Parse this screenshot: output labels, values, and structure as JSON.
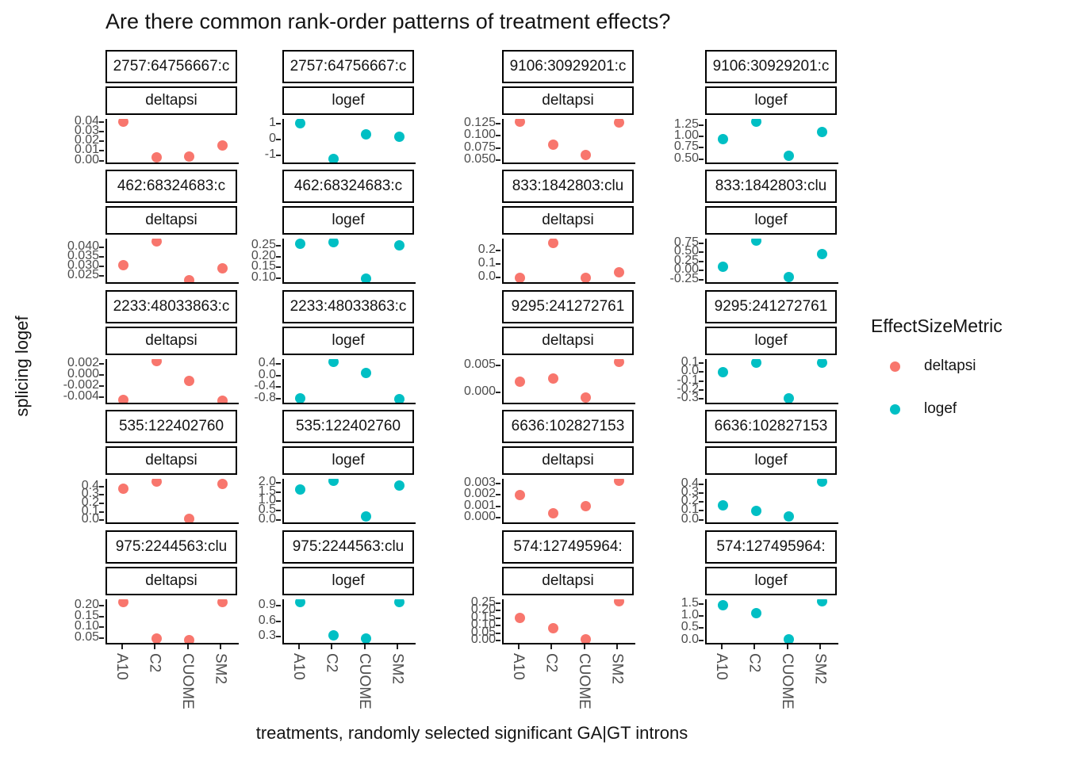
{
  "title": "Are there common rank-order patterns of treatment effects?",
  "y_axis_title": "splicing logef",
  "x_axis_title": "treatments, randomly selected significant GA|GT introns",
  "legend": {
    "title": "EffectSizeMetric",
    "entries": [
      {
        "label": "deltapsi",
        "color": "#F8766D"
      },
      {
        "label": "logef",
        "color": "#00BFC4"
      }
    ]
  },
  "colors": {
    "deltapsi": "#F8766D",
    "logef": "#00BFC4",
    "axis_text": "#4D4D4D",
    "axis_line": "#000000",
    "strip_border": "#000000"
  },
  "chart_data": {
    "type": "scatter",
    "facet_layout": {
      "rows": 5,
      "cols": 4,
      "note": "facet_wrap intron x metric, free y scales",
      "grid": "off",
      "legend_position": "right"
    },
    "x_categories": [
      "A10",
      "C2",
      "CUOME",
      "SM2"
    ],
    "facets": [
      {
        "intron": "2757:64756667:c",
        "metric": "deltapsi",
        "yticks": [
          "0.04",
          "0.03",
          "0.02",
          "0.01",
          "0.00"
        ],
        "ylim": [
          -0.002,
          0.043
        ],
        "values": [
          0.04,
          0.003,
          0.004,
          0.016
        ]
      },
      {
        "intron": "2757:64756667:c",
        "metric": "logef",
        "yticks": [
          "1",
          "0",
          "-1"
        ],
        "ylim": [
          -1.45,
          1.3
        ],
        "values": [
          1.05,
          -1.2,
          0.35,
          0.2
        ]
      },
      {
        "intron": "9106:30929201:c",
        "metric": "deltapsi",
        "yticks": [
          "0.125",
          "0.100",
          "0.075",
          "0.050"
        ],
        "ylim": [
          0.045,
          0.135
        ],
        "values": [
          0.13,
          0.082,
          0.06,
          0.128
        ]
      },
      {
        "intron": "9106:30929201:c",
        "metric": "logef",
        "yticks": [
          "1.25",
          "1.00",
          "0.75",
          "0.50"
        ],
        "ylim": [
          0.42,
          1.4
        ],
        "values": [
          0.95,
          1.33,
          0.57,
          1.1
        ]
      },
      {
        "intron": "462:68324683:c",
        "metric": "deltapsi",
        "yticks": [
          "0.040",
          "0.035",
          "0.030",
          "0.025"
        ],
        "ylim": [
          0.0215,
          0.0445
        ],
        "values": [
          0.0305,
          0.043,
          0.0225,
          0.029
        ]
      },
      {
        "intron": "462:68324683:c",
        "metric": "logef",
        "yticks": [
          "0.25",
          "0.20",
          "0.15",
          "0.10"
        ],
        "ylim": [
          0.08,
          0.285
        ],
        "values": [
          0.26,
          0.27,
          0.095,
          0.255
        ]
      },
      {
        "intron": "833:1842803:clu",
        "metric": "deltapsi",
        "yticks": [
          "0.2",
          "0.1",
          "0.0"
        ],
        "ylim": [
          -0.035,
          0.29
        ],
        "values": [
          0.0,
          0.26,
          -0.005,
          0.04
        ]
      },
      {
        "intron": "833:1842803:clu",
        "metric": "logef",
        "yticks": [
          "0.75",
          "0.50",
          "0.25",
          "0.00",
          "-0.25"
        ],
        "ylim": [
          -0.32,
          0.88
        ],
        "values": [
          0.1,
          0.82,
          -0.17,
          0.45
        ]
      },
      {
        "intron": "2233:48033863:c",
        "metric": "deltapsi",
        "yticks": [
          "0.002",
          "0.000",
          "-0.002",
          "-0.004"
        ],
        "ylim": [
          -0.005,
          0.0029
        ],
        "values": [
          -0.0045,
          0.0026,
          -0.001,
          -0.0046
        ]
      },
      {
        "intron": "2233:48033863:c",
        "metric": "logef",
        "yticks": [
          "0.4",
          "0.0",
          "-0.4",
          "-0.8"
        ],
        "ylim": [
          -0.95,
          0.58
        ],
        "values": [
          -0.8,
          0.47,
          0.1,
          -0.83
        ]
      },
      {
        "intron": "9295:241272761",
        "metric": "deltapsi",
        "yticks": [
          "0.005",
          "0.000"
        ],
        "ylim": [
          -0.002,
          0.0062
        ],
        "values": [
          0.002,
          0.0026,
          -0.001,
          0.0057
        ]
      },
      {
        "intron": "9295:241272761",
        "metric": "logef",
        "yticks": [
          "0.1",
          "0.0",
          "-0.1",
          "-0.2",
          "-0.3"
        ],
        "ylim": [
          -0.34,
          0.14
        ],
        "values": [
          0.0,
          0.105,
          -0.29,
          0.1
        ]
      },
      {
        "intron": "535:122402760",
        "metric": "deltapsi",
        "yticks": [
          "0.4",
          "0.3",
          "0.2",
          "0.1",
          "0.0"
        ],
        "ylim": [
          -0.025,
          0.49
        ],
        "values": [
          0.37,
          0.46,
          0.02,
          0.43
        ]
      },
      {
        "intron": "535:122402760",
        "metric": "logef",
        "yticks": [
          "2.0",
          "1.5",
          "1.0",
          "0.5",
          "0.0"
        ],
        "ylim": [
          -0.12,
          2.2
        ],
        "values": [
          1.65,
          2.08,
          0.2,
          1.85
        ]
      },
      {
        "intron": "6636:102827153",
        "metric": "deltapsi",
        "yticks": [
          "0.003",
          "0.002",
          "0.001",
          "0.000"
        ],
        "ylim": [
          -0.0004,
          0.0034
        ],
        "values": [
          0.002,
          0.0004,
          0.001,
          0.0032
        ]
      },
      {
        "intron": "6636:102827153",
        "metric": "logef",
        "yticks": [
          "0.4",
          "0.3",
          "0.2",
          "0.1",
          "0.0"
        ],
        "ylim": [
          -0.03,
          0.46
        ],
        "values": [
          0.16,
          0.1,
          0.04,
          0.43
        ]
      },
      {
        "intron": "975:2244563:clu",
        "metric": "deltapsi",
        "yticks": [
          "0.20",
          "0.15",
          "0.10",
          "0.05"
        ],
        "ylim": [
          0.028,
          0.23
        ],
        "values": [
          0.218,
          0.05,
          0.04,
          0.218
        ]
      },
      {
        "intron": "975:2244563:clu",
        "metric": "logef",
        "yticks": [
          "0.9",
          "0.6",
          "0.3"
        ],
        "ylim": [
          0.17,
          1.03
        ],
        "values": [
          0.98,
          0.32,
          0.26,
          0.98
        ]
      },
      {
        "intron": "574:127495964:",
        "metric": "deltapsi",
        "yticks": [
          "0.25",
          "0.20",
          "0.15",
          "0.10",
          "0.05",
          "0.00"
        ],
        "ylim": [
          -0.015,
          0.275
        ],
        "values": [
          0.15,
          0.08,
          0.01,
          0.262
        ]
      },
      {
        "intron": "574:127495964:",
        "metric": "logef",
        "yticks": [
          "1.5",
          "1.0",
          "0.5",
          "0.0"
        ],
        "ylim": [
          -0.1,
          1.68
        ],
        "values": [
          1.45,
          1.1,
          0.03,
          1.6
        ]
      }
    ]
  }
}
